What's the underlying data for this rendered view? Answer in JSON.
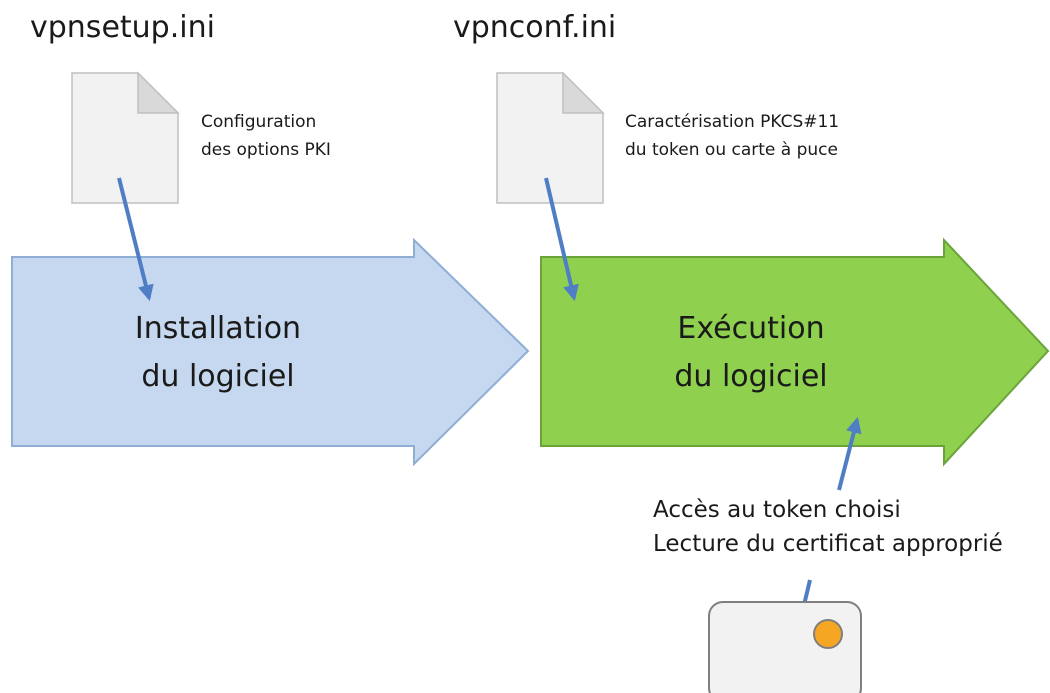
{
  "files": [
    {
      "name": "vpnsetup.ini",
      "note_lines": [
        "Configuration",
        "des options PKI"
      ]
    },
    {
      "name": "vpnconf.ini",
      "note_lines": [
        "Caractérisation PKCS#11",
        "du token ou carte à puce"
      ]
    }
  ],
  "stages": [
    {
      "lines": [
        "Installation",
        "du logiciel"
      ]
    },
    {
      "lines": [
        "Exécution",
        "du logiciel"
      ]
    }
  ],
  "token": {
    "lines": [
      "Accès au token  choisi",
      "Lecture du certificat approprié"
    ]
  },
  "colors": {
    "install_fill": "#c6d8ef",
    "install_stroke": "#8eaed6",
    "exec_fill": "#8fd14f",
    "exec_stroke": "#6aa33a",
    "connector": "#4f7ec4",
    "file_fill": "#f2f2f2",
    "chip": "#f5a623"
  }
}
